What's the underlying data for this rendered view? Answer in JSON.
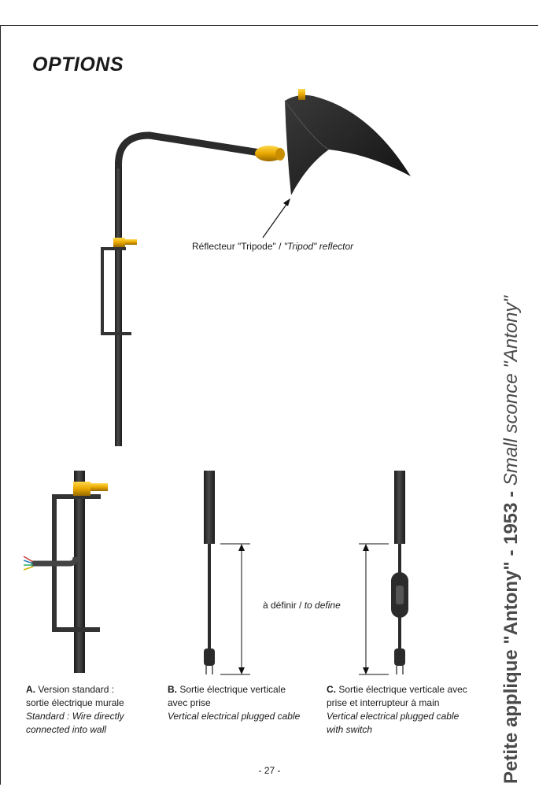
{
  "heading": "OPTIONS",
  "reflector_label": {
    "fr": "Réflecteur \"Tripode\" / ",
    "en": "\"Tripod\" reflector"
  },
  "define_label": {
    "fr": "à définir / ",
    "en": "to define"
  },
  "options": [
    {
      "letter": "A.",
      "title_fr": "Version standard :",
      "line2_fr": "sortie électrique murale",
      "en_line1": "Standard : Wire directly",
      "en_line2": "connected into wall"
    },
    {
      "letter": "B.",
      "title_fr": "Sortie électrique verticale",
      "line2_fr": "avec prise",
      "en_line1": "Vertical electrical plugged cable",
      "en_line2": ""
    },
    {
      "letter": "C.",
      "title_fr": "Sortie électrique verticale avec",
      "line2_fr": "prise et interrupteur à main",
      "en_line1": "Vertical electrical plugged cable",
      "en_line2": "with switch"
    }
  ],
  "side_title": {
    "bold": "Petite applique \"Antony\" - 1953 - ",
    "italic": "Small sconce \"Antony\""
  },
  "page_number": "- 27 -",
  "colors": {
    "metal": "#2b2b2b",
    "brass": "#e8a800",
    "text": "#1a1a1a",
    "side_title": "#4a4a4a"
  }
}
